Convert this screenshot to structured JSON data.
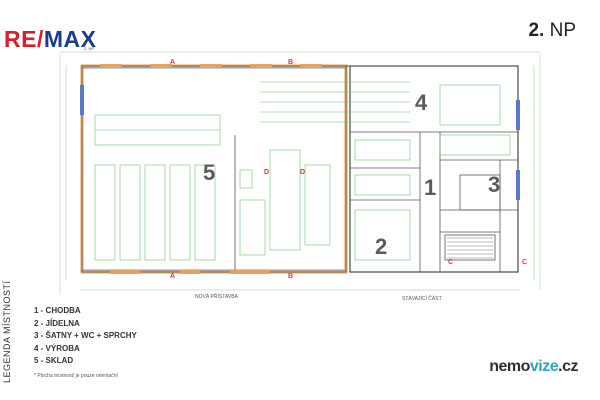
{
  "header": {
    "logo_text_red_1": "RE/",
    "logo_text_blue": "MAX",
    "floor_number": "2.",
    "floor_suffix": "NP"
  },
  "plan": {
    "rooms": [
      {
        "num": "1"
      },
      {
        "num": "2"
      },
      {
        "num": "3"
      },
      {
        "num": "4"
      },
      {
        "num": "5"
      }
    ],
    "section_marks": [
      "A",
      "A",
      "B",
      "B",
      "C",
      "C",
      "D",
      "D"
    ],
    "labels": {
      "new_building": "NOVÁ PŘÍSTAVBA",
      "existing_part": "STÁVAJÍCÍ ČÁST",
      "floor_tag": "2. NP"
    }
  },
  "legend": {
    "title": "LEGENDA MÍSTNOSTÍ",
    "items": [
      "1 - CHODBA",
      "2 - JÍDELNA",
      "3 - ŠATNY + WC + SPRCHY",
      "4 - VÝROBA",
      "5 - SKLAD"
    ],
    "note": "* Plocha místností je pouze orientační"
  },
  "brand": {
    "part1": "nemo",
    "part2": "vize",
    "part3": ".cz"
  },
  "colors": {
    "remax_red": "#d6202a",
    "remax_blue": "#1a3d8f",
    "plan_green": "#6fbf6f",
    "wall_orange": "#e3a35b",
    "section_red": "#d63a3a",
    "wall_blue": "#5a78c9"
  }
}
